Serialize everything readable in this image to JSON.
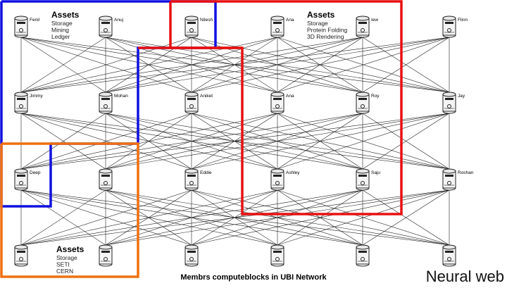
{
  "nodes": [
    [
      "Fenil",
      "Anuj",
      "Nilesh",
      "Ana",
      "Iew",
      "Flinn"
    ],
    [
      "Jimmy",
      "Mohan",
      "Aniket",
      "Ana",
      "Roy",
      "Jay"
    ],
    [
      "Deep",
      "",
      "Eddie",
      "Ashley",
      "Saju",
      "Roshan"
    ],
    [
      "",
      "",
      "",
      "",
      "",
      ""
    ]
  ],
  "asset_blocks": [
    {
      "title": "Assets",
      "items": [
        "Storage",
        "Mining",
        "Ledger"
      ]
    },
    {
      "title": "Assets",
      "items": [
        "Storage",
        "Protein Folding",
        "3D Rendering"
      ]
    },
    {
      "title": "Assets",
      "items": [
        "Storage",
        "SETI",
        "CERN"
      ]
    }
  ],
  "caption": "Membrs computeblocks in UBI Network",
  "watermark": "Neural web",
  "colors": {
    "blue": "#1010e0",
    "red": "#e81010",
    "orange": "#f07010",
    "edge": "#222222"
  }
}
